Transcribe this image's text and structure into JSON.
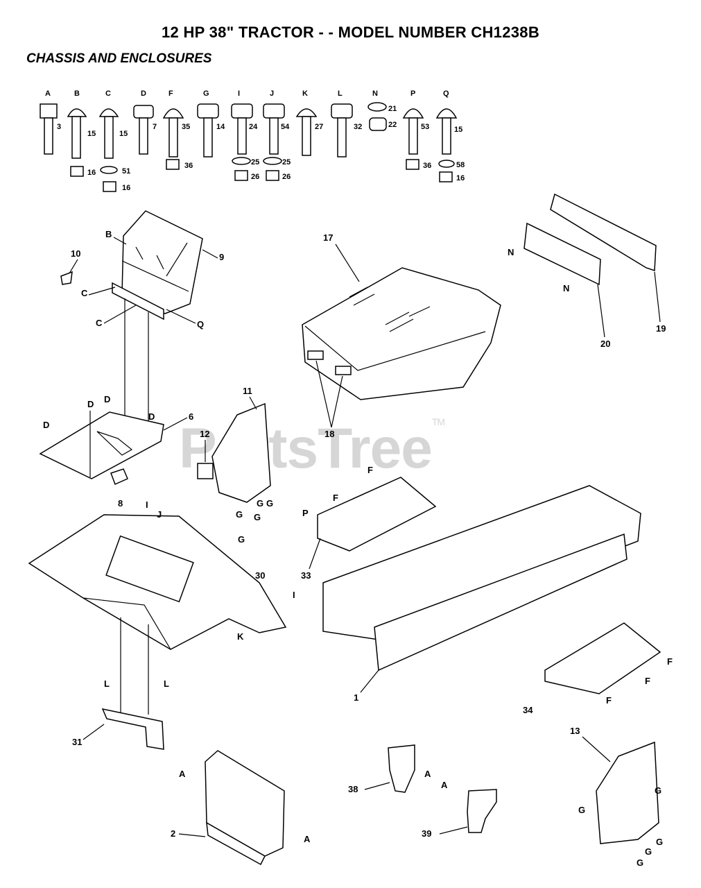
{
  "header": {
    "title": "12 HP 38\" TRACTOR - - MODEL NUMBER CH1238B",
    "subtitle": "CHASSIS AND ENCLOSURES"
  },
  "watermark": {
    "text": "PartsTree",
    "tm": "TM"
  },
  "hardware": [
    {
      "letter": "A",
      "bolt": "3"
    },
    {
      "letter": "B",
      "bolt": "15",
      "nut": "16"
    },
    {
      "letter": "C",
      "bolt": "15",
      "washer": "51",
      "nut": "16"
    },
    {
      "letter": "D",
      "bolt": "7"
    },
    {
      "letter": "F",
      "bolt": "35",
      "nut": "36"
    },
    {
      "letter": "G",
      "bolt": "14"
    },
    {
      "letter": "I",
      "bolt": "24",
      "washer": "25",
      "nut": "26"
    },
    {
      "letter": "J",
      "bolt": "54",
      "washer": "25",
      "nut": "26"
    },
    {
      "letter": "K",
      "bolt": "27"
    },
    {
      "letter": "L",
      "bolt": "32"
    },
    {
      "letter": "N",
      "washer": "21",
      "nut": "22"
    },
    {
      "letter": "P",
      "bolt": "53",
      "nut": "36"
    },
    {
      "letter": "Q",
      "bolt": "15",
      "washer": "58",
      "nut": "16"
    }
  ],
  "callouts": {
    "c1": "1",
    "c2": "2",
    "c6": "6",
    "c8": "8",
    "c9": "9",
    "c10": "10",
    "c11": "11",
    "c12": "12",
    "c13": "13",
    "c17": "17",
    "c18": "18",
    "c19": "19",
    "c20": "20",
    "c30": "30",
    "c31": "31",
    "c33": "33",
    "c34": "34",
    "c38": "38",
    "c39": "39"
  },
  "letters": {
    "A": "A",
    "B": "B",
    "C": "C",
    "D": "D",
    "F": "F",
    "G": "G",
    "I": "I",
    "J": "J",
    "K": "K",
    "L": "L",
    "N": "N",
    "P": "P",
    "Q": "Q"
  }
}
